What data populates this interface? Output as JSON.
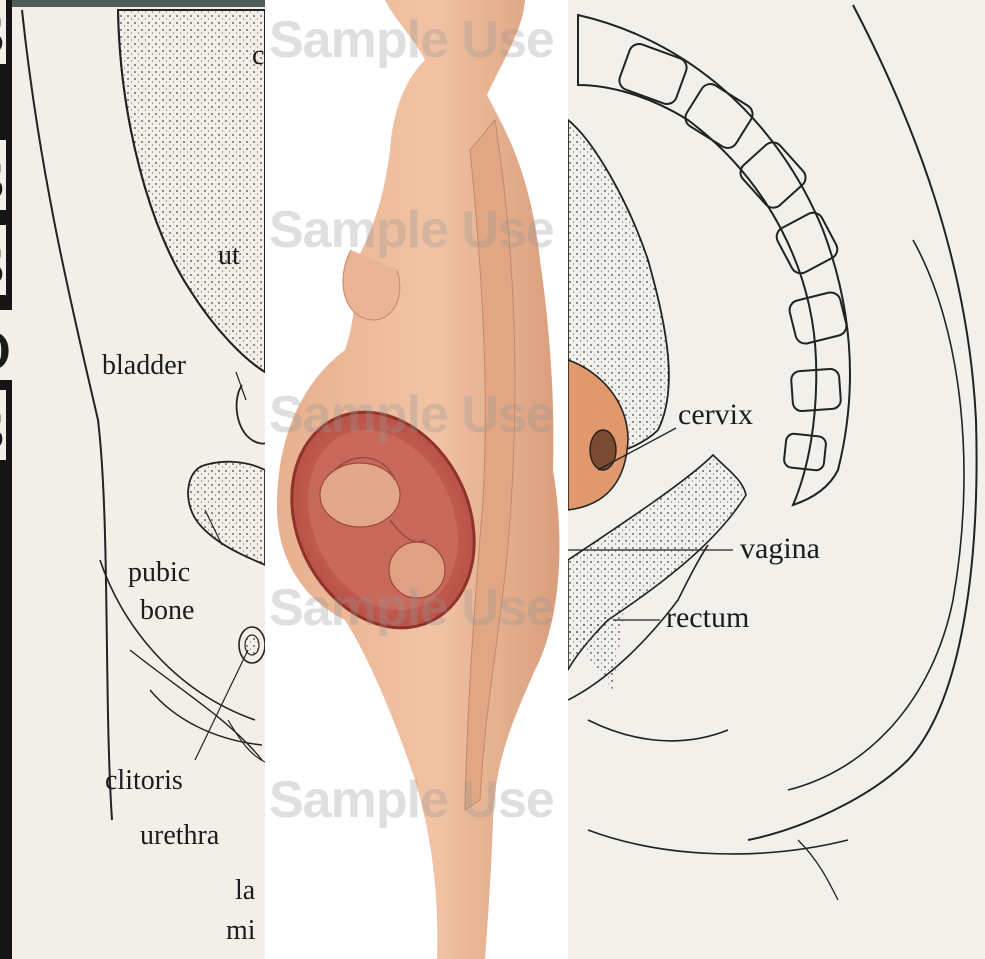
{
  "left_panel": {
    "labels": {
      "uterus_partial": "ut",
      "uterus_top_partial": "c",
      "bladder": "bladder",
      "pubic": "pubic",
      "bone": "bone",
      "clitoris": "clitoris",
      "urethra": "urethra",
      "labia_line1": "la",
      "labia_line2": "mi"
    },
    "edge_glyphs": [
      "s",
      "s",
      "o",
      "s"
    ]
  },
  "middle_panel": {
    "watermark": "Sample Use O"
  },
  "right_panel": {
    "labels": {
      "cervix": "cervix",
      "vagina": "vagina",
      "rectum": "rectum"
    }
  }
}
